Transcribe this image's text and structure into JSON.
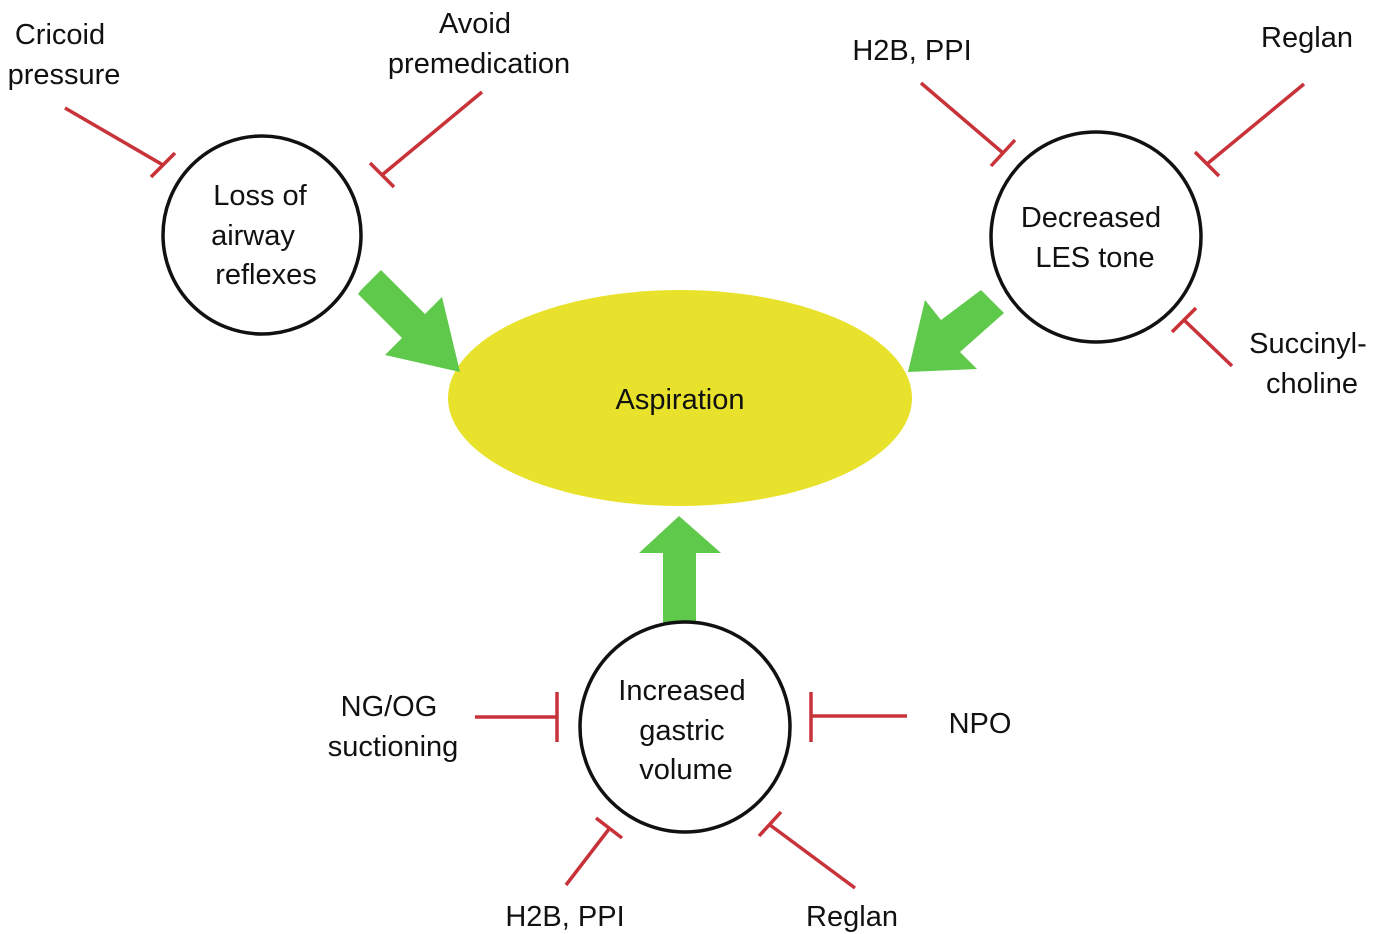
{
  "colors": {
    "center_fill": "#e8e22c",
    "arrow": "#5fc94b",
    "inhibitor": "#c8333a",
    "node_stroke": "#111111"
  },
  "center": {
    "label": "Aspiration"
  },
  "nodes": {
    "airway": {
      "lines": [
        "Loss of",
        "airway",
        "reflexes"
      ]
    },
    "les": {
      "lines": [
        "Decreased",
        "LES tone"
      ]
    },
    "gastric": {
      "lines": [
        "Increased",
        "gastric",
        "volume"
      ]
    }
  },
  "interventions": {
    "cricoid": {
      "lines": [
        "Cricoid",
        "pressure"
      ]
    },
    "premed": {
      "lines": [
        "Avoid",
        "premedication"
      ]
    },
    "h2b_top": {
      "lines": [
        "H2B, PPI"
      ]
    },
    "reglan_top": {
      "lines": [
        "Reglan"
      ]
    },
    "succinyl": {
      "lines": [
        "Succinyl-",
        "choline"
      ]
    },
    "ngog": {
      "lines": [
        "NG/OG",
        "suctioning"
      ]
    },
    "npo": {
      "lines": [
        "NPO"
      ]
    },
    "h2b_bottom": {
      "lines": [
        "H2B, PPI"
      ]
    },
    "reglan_bottom": {
      "lines": [
        "Reglan"
      ]
    }
  }
}
